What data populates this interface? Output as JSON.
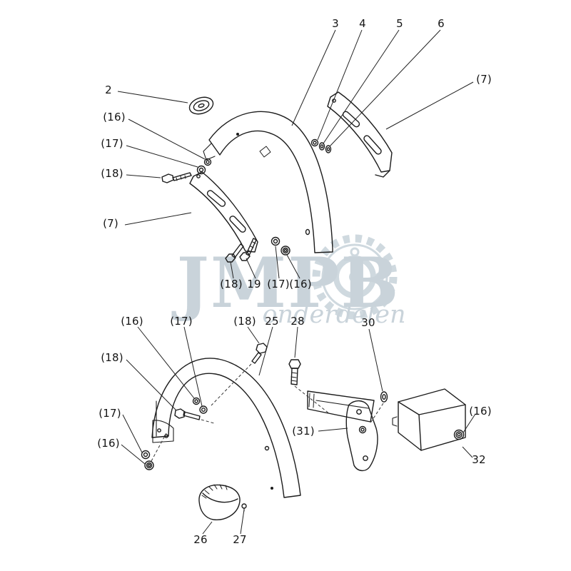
{
  "document": {
    "title": "Mudguard exploded parts diagram",
    "background_color": "#ffffff",
    "line_color": "#1c1c1c",
    "watermark_color": "#c7d1d9"
  },
  "watermark": {
    "brand": "JMPB",
    "subtitle": "onderdelen",
    "icon": "sprocket-icon"
  },
  "labels": [
    {
      "ref": "3",
      "text": "3"
    },
    {
      "ref": "4",
      "text": "4"
    },
    {
      "ref": "5",
      "text": "5"
    },
    {
      "ref": "6",
      "text": "6"
    },
    {
      "ref": "7",
      "text": "(7)"
    },
    {
      "ref": "2",
      "text": "2"
    },
    {
      "ref": "16",
      "text": "(16)"
    },
    {
      "ref": "17",
      "text": "(17)"
    },
    {
      "ref": "18",
      "text": "(18)"
    },
    {
      "ref": "7",
      "text": "(7)"
    },
    {
      "ref": "18",
      "text": "(18)"
    },
    {
      "ref": "19",
      "text": "19"
    },
    {
      "ref": "17",
      "text": "(17)"
    },
    {
      "ref": "16",
      "text": "(16)"
    },
    {
      "ref": "16",
      "text": "(16)"
    },
    {
      "ref": "17",
      "text": "(17)"
    },
    {
      "ref": "18",
      "text": "(18)"
    },
    {
      "ref": "25",
      "text": "25"
    },
    {
      "ref": "28",
      "text": "28"
    },
    {
      "ref": "30",
      "text": "30"
    },
    {
      "ref": "18",
      "text": "(18)"
    },
    {
      "ref": "17",
      "text": "(17)"
    },
    {
      "ref": "16",
      "text": "(16)"
    },
    {
      "ref": "31",
      "text": "(31)"
    },
    {
      "ref": "16",
      "text": "(16)"
    },
    {
      "ref": "32",
      "text": "32"
    },
    {
      "ref": "26",
      "text": "26"
    },
    {
      "ref": "27",
      "text": "27"
    }
  ]
}
